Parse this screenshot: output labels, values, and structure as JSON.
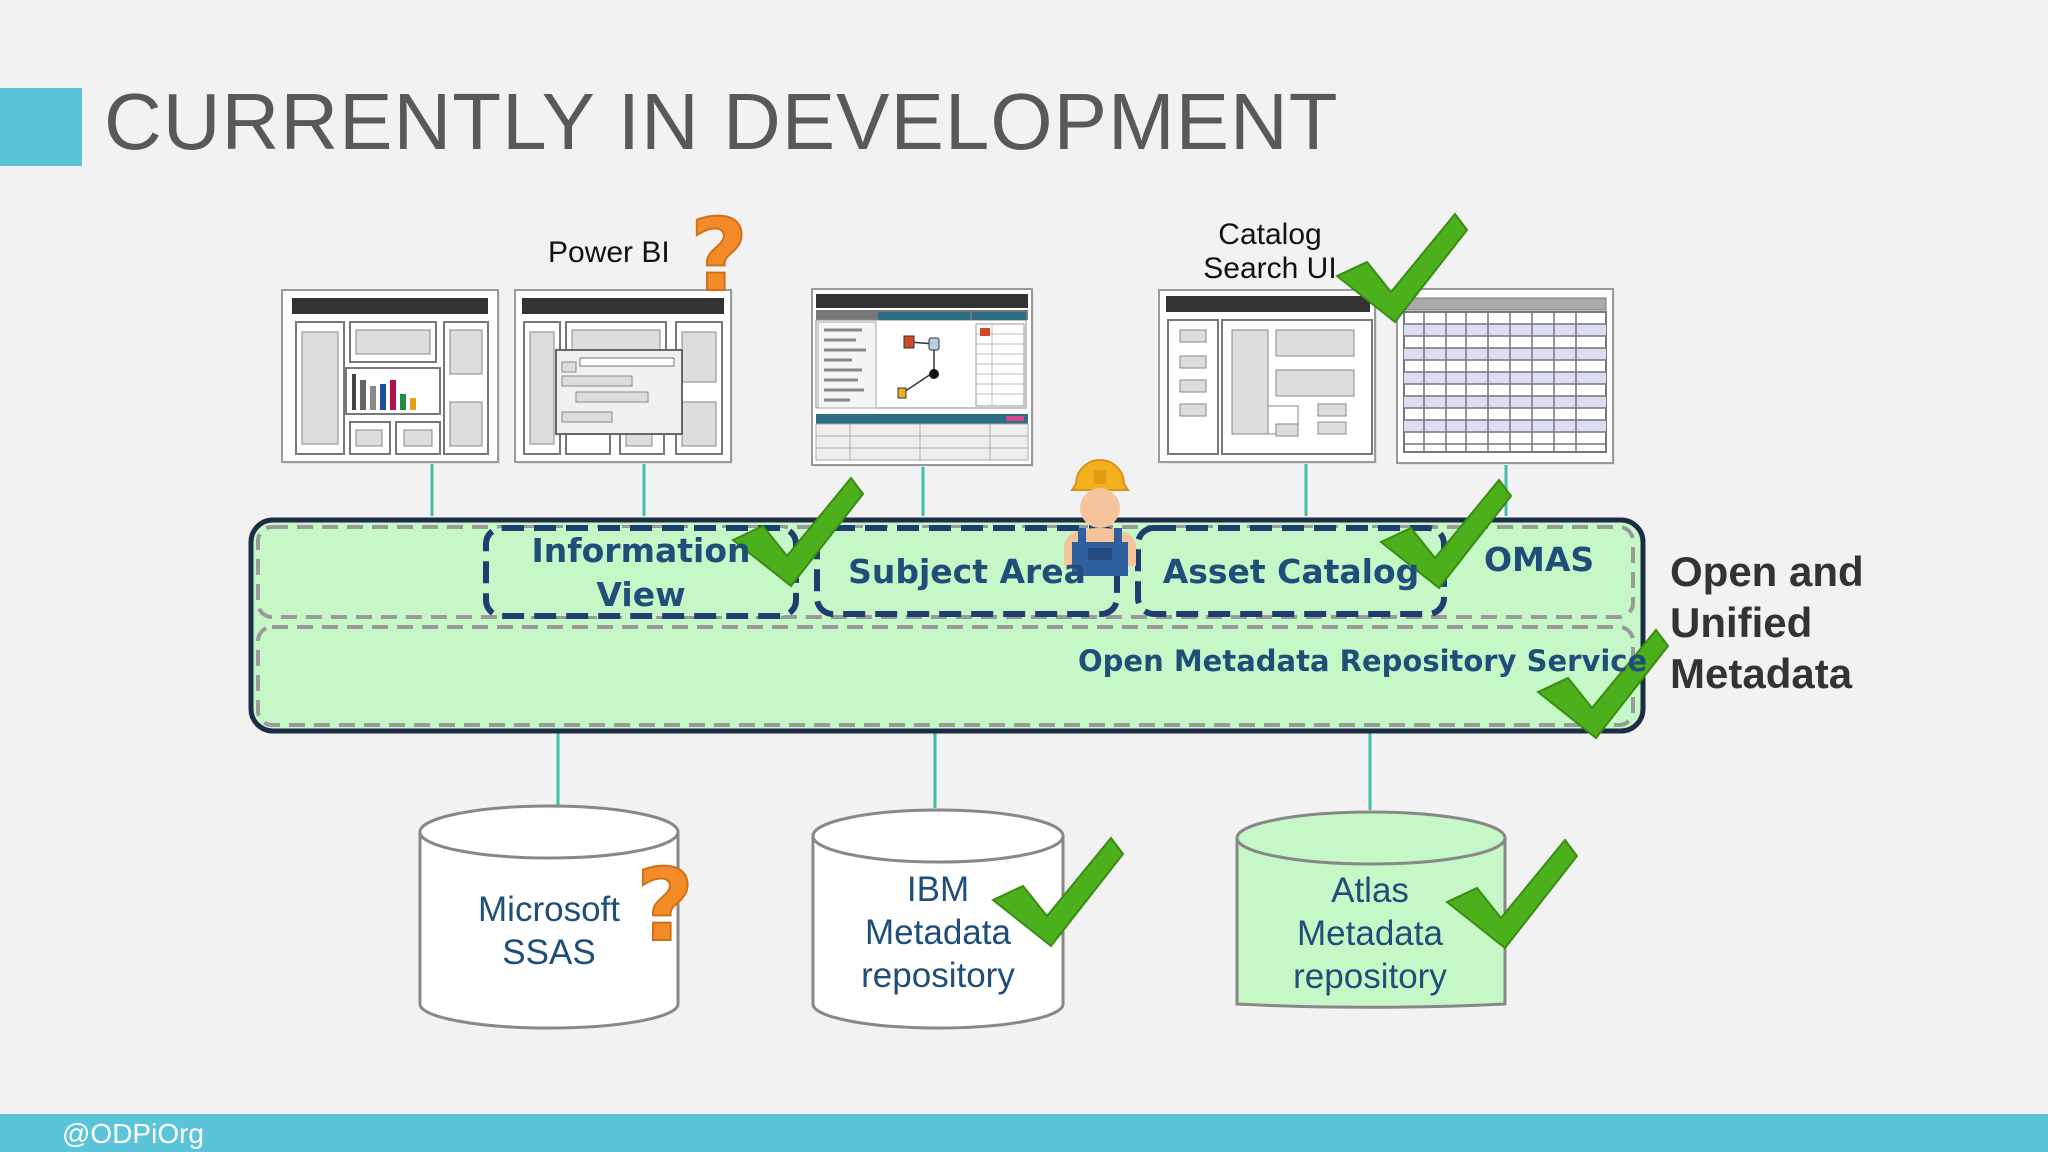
{
  "slide": {
    "title": "CURRENTLY IN DEVELOPMENT",
    "footer_handle": "@ODPiOrg",
    "accent_color": "#5bc4d8"
  },
  "tools": {
    "power_bi_label": "Power BI",
    "catalog_search_label_line1": "Catalog",
    "catalog_search_label_line2": "Search UI"
  },
  "omas": {
    "label": "OMAS",
    "services": [
      {
        "line1": "Information",
        "line2": "View",
        "status": "check"
      },
      {
        "line1": "Subject Area",
        "status": "in-progress"
      },
      {
        "line1": "Asset Catalog",
        "status": "check"
      }
    ]
  },
  "repository_service": {
    "label": "Open Metadata Repository Service",
    "status": "check"
  },
  "side_label": {
    "line1": "Open and",
    "line2": "Unified",
    "line3": "Metadata"
  },
  "repositories": [
    {
      "line1": "Microsoft",
      "line2": "SSAS",
      "status": "question"
    },
    {
      "line1": "IBM",
      "line2": "Metadata",
      "line3": "repository",
      "status": "check"
    },
    {
      "line1": "Atlas",
      "line2": "Metadata",
      "line3": "repository",
      "status": "check"
    }
  ],
  "colors": {
    "connector": "#3dbfa8",
    "omas_fill": "#c6f7c6",
    "outer_border": "#1c2d45",
    "dashed_blue": "#1f3d6e",
    "check_green": "#4caf1c",
    "question_orange": "#f28c28",
    "title_gray": "#595959"
  }
}
